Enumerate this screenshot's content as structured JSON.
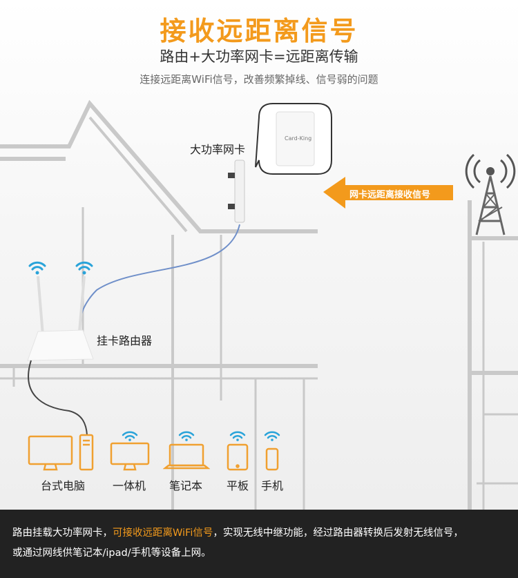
{
  "header": {
    "title": "接收远距离信号",
    "subtitle": "路由+大功率网卡=远距离传输",
    "description": "连接远距离WiFi信号，改善频繁掉线、信号弱的问题"
  },
  "diagram": {
    "card_label": "大功率网卡",
    "card_brand": "Card-King",
    "signal_arrow_label": "网卡远距离接收信号",
    "router_label": "挂卡路由器",
    "devices": [
      {
        "label": "台式电脑",
        "icon": "desktop-icon"
      },
      {
        "label": "一体机",
        "icon": "all-in-one-icon"
      },
      {
        "label": "笔记本",
        "icon": "laptop-icon"
      },
      {
        "label": "平板",
        "icon": "tablet-icon"
      },
      {
        "label": "手机",
        "icon": "phone-icon"
      }
    ],
    "colors": {
      "accent": "#f39a1c",
      "cable_blue": "#6f8fc9",
      "icon_orange": "#f0a030",
      "wifi_blue": "#29a3d9"
    }
  },
  "footer": {
    "text_part1": "路由挂载大功率网卡，",
    "text_highlight": "可接收远距离WiFi信号",
    "text_part2": "，实现无线中继功能，经过路由器转换后发射无线信号，",
    "text_line2": "或通过网线供笔记本/ipad/手机等设备上网。"
  }
}
